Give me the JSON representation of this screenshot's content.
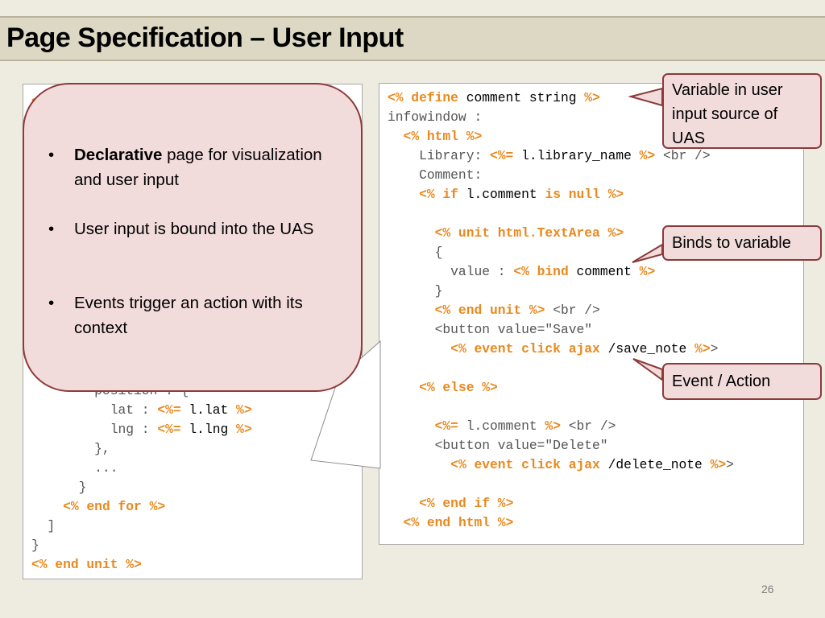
{
  "slide": {
    "title": "Page Specification – User Input",
    "page_number": "26"
  },
  "left_code": {
    "lines": [
      [
        {
          "t": "<",
          "k": "kw"
        }
      ],
      [],
      [],
      [],
      [],
      [],
      [],
      [],
      [],
      [],
      [],
      [],
      [],
      [],
      [],
      [
        {
          "t": "        position : {",
          "k": "gray"
        }
      ],
      [
        {
          "t": "          lat : ",
          "k": "gray"
        },
        {
          "t": "<%=",
          "k": "kw"
        },
        {
          "t": " l.lat ",
          "k": "tx"
        },
        {
          "t": "%>",
          "k": "kw"
        }
      ],
      [
        {
          "t": "          lng : ",
          "k": "gray"
        },
        {
          "t": "<%=",
          "k": "kw"
        },
        {
          "t": " l.lng ",
          "k": "tx"
        },
        {
          "t": "%>",
          "k": "kw"
        }
      ],
      [
        {
          "t": "        },",
          "k": "gray"
        }
      ],
      [
        {
          "t": "        ...",
          "k": "gray"
        }
      ],
      [
        {
          "t": "      }",
          "k": "gray"
        }
      ],
      [
        {
          "t": "    ",
          "k": "gray"
        },
        {
          "t": "<% end for %>",
          "k": "kw"
        }
      ],
      [
        {
          "t": "  ]",
          "k": "gray"
        }
      ],
      [
        {
          "t": "}",
          "k": "gray"
        }
      ],
      [
        {
          "t": "<% end unit %>",
          "k": "kw"
        }
      ]
    ]
  },
  "right_code": {
    "lines": [
      [
        {
          "t": "<% define",
          "k": "kw"
        },
        {
          "t": " comment string ",
          "k": "tx"
        },
        {
          "t": "%>",
          "k": "kw"
        }
      ],
      [
        {
          "t": "infowindow :",
          "k": "gray"
        }
      ],
      [
        {
          "t": "  ",
          "k": "gray"
        },
        {
          "t": "<% html %>",
          "k": "kw"
        }
      ],
      [
        {
          "t": "    Library: ",
          "k": "gray"
        },
        {
          "t": "<%=",
          "k": "kw"
        },
        {
          "t": " l.library_name ",
          "k": "tx"
        },
        {
          "t": "%>",
          "k": "kw"
        },
        {
          "t": " <br />",
          "k": "gray"
        }
      ],
      [
        {
          "t": "    Comment:",
          "k": "gray"
        }
      ],
      [
        {
          "t": "    ",
          "k": "gray"
        },
        {
          "t": "<% if",
          "k": "kw"
        },
        {
          "t": " l.comment ",
          "k": "tx"
        },
        {
          "t": "is null",
          "k": "kw"
        },
        {
          "t": " ",
          "k": "tx"
        },
        {
          "t": "%>",
          "k": "kw"
        }
      ],
      [],
      [
        {
          "t": "      ",
          "k": "gray"
        },
        {
          "t": "<% unit html.TextArea %>",
          "k": "kw"
        }
      ],
      [
        {
          "t": "      {",
          "k": "gray"
        }
      ],
      [
        {
          "t": "        value : ",
          "k": "gray"
        },
        {
          "t": "<% bind",
          "k": "kw"
        },
        {
          "t": " comment ",
          "k": "tx"
        },
        {
          "t": "%>",
          "k": "kw"
        }
      ],
      [
        {
          "t": "      }",
          "k": "gray"
        }
      ],
      [
        {
          "t": "      ",
          "k": "gray"
        },
        {
          "t": "<% end unit %>",
          "k": "kw"
        },
        {
          "t": " <br />",
          "k": "gray"
        }
      ],
      [
        {
          "t": "      <button value=\"Save\"",
          "k": "gray"
        }
      ],
      [
        {
          "t": "        ",
          "k": "gray"
        },
        {
          "t": "<% event click ajax",
          "k": "kw"
        },
        {
          "t": " /save_note ",
          "k": "tx"
        },
        {
          "t": "%>",
          "k": "kw"
        },
        {
          "t": ">",
          "k": "gray"
        }
      ],
      [],
      [
        {
          "t": "    ",
          "k": "gray"
        },
        {
          "t": "<% else %>",
          "k": "kw"
        }
      ],
      [],
      [
        {
          "t": "      ",
          "k": "gray"
        },
        {
          "t": "<%=",
          "k": "kw"
        },
        {
          "t": " l.comment ",
          "k": "gray"
        },
        {
          "t": "%>",
          "k": "kw"
        },
        {
          "t": " <br />",
          "k": "gray"
        }
      ],
      [
        {
          "t": "      <button value=\"Delete\"",
          "k": "gray"
        }
      ],
      [
        {
          "t": "        ",
          "k": "gray"
        },
        {
          "t": "<% event click ajax",
          "k": "kw"
        },
        {
          "t": " /delete_note ",
          "k": "tx"
        },
        {
          "t": "%>",
          "k": "kw"
        },
        {
          "t": ">",
          "k": "gray"
        }
      ],
      [],
      [
        {
          "t": "    ",
          "k": "gray"
        },
        {
          "t": "<% end if %>",
          "k": "kw"
        }
      ],
      [
        {
          "t": "  ",
          "k": "gray"
        },
        {
          "t": "<% end html %>",
          "k": "kw"
        }
      ]
    ]
  },
  "bubble": {
    "bullets": [
      {
        "bold": "Declarative",
        "text": " page for visualization and user input"
      },
      {
        "bold": "",
        "text": "User input is bound into the UAS"
      },
      {
        "bold": "",
        "text": "Events trigger an action with its context"
      }
    ],
    "bullet_glyph": "•"
  },
  "callouts": {
    "variable": "Variable in user input source of UAS",
    "binds": "Binds to variable",
    "event": "Event / Action"
  },
  "colors": {
    "keyword": "#e8891e",
    "callout_fill": "#f2dcdb",
    "callout_border": "#8c3a3a",
    "title_band": "#ddd8c3"
  }
}
